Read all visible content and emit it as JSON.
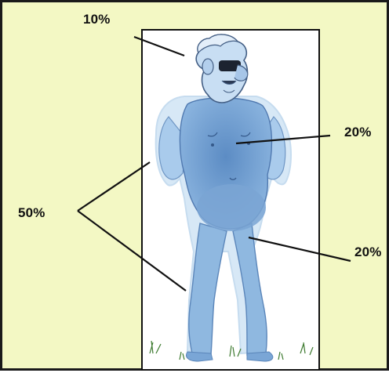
{
  "labels": {
    "head": "10%",
    "torso": "20%",
    "legs": "20%",
    "arms": "50%"
  },
  "colors": {
    "background": "#f3f8c4",
    "panel": "#ffffff",
    "skin_light": "#b9d6ef",
    "skin_mid": "#8fb8e0",
    "skin_dark": "#5f8fc6",
    "outline": "#1a1a1a"
  }
}
